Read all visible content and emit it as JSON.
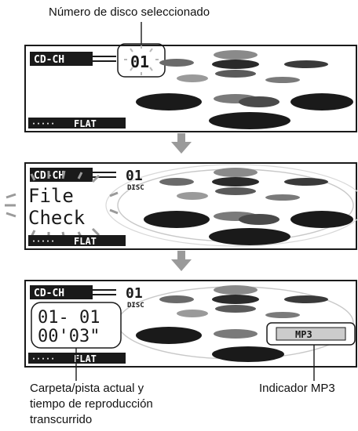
{
  "callouts": {
    "disc_number": "Número de disco seleccionado",
    "folder_track_lines": [
      "Carpeta/pista actual y",
      "tiempo de reproducción",
      "transcurrido"
    ],
    "mp3_indicator": "Indicador MP3"
  },
  "displays": [
    {
      "source": "CD-CH",
      "disc": "01",
      "mode": "FLAT",
      "dots": "·····"
    },
    {
      "source": "CD-CH",
      "disc": "01",
      "disc_label": "DISC",
      "message_lines": [
        "File",
        "Check"
      ],
      "mode": "FLAT",
      "dots": "·····"
    },
    {
      "source": "CD-CH",
      "disc": "01",
      "disc_label": "DISC",
      "folder_track": "01- 01",
      "time": "00'03\"",
      "mode": "FLAT",
      "dots": "·····",
      "format": "MP3"
    }
  ],
  "colors": {
    "ink": "#1a1a1a",
    "arrow": "#9a9a9a",
    "halo": "#b8b8b8"
  }
}
